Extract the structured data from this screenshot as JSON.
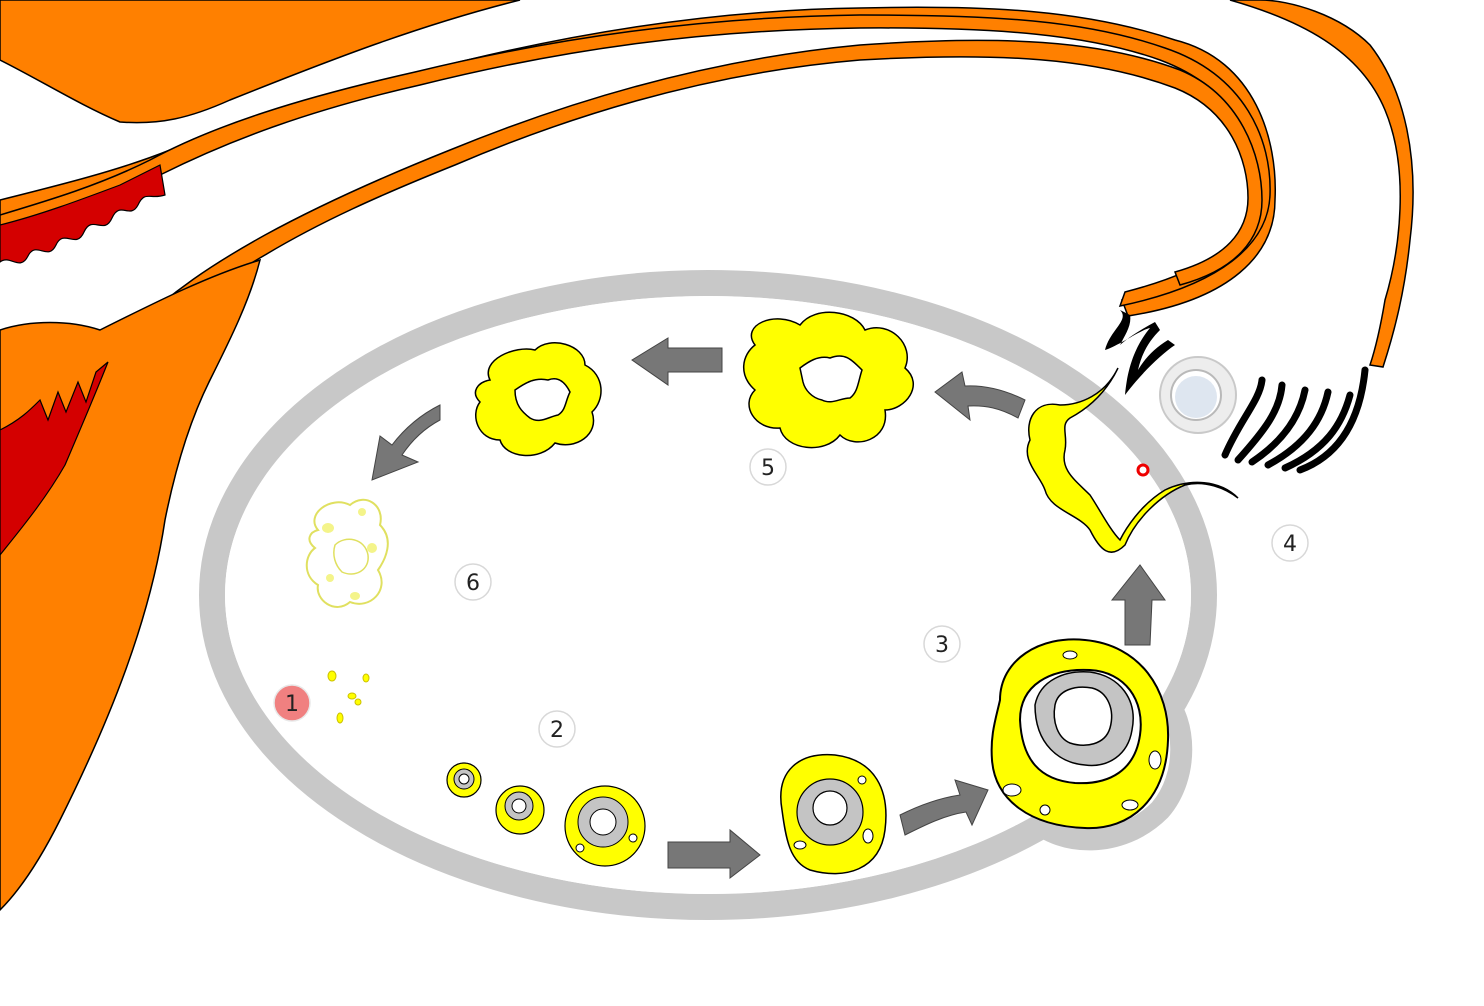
{
  "diagram": {
    "stage_labels": [
      {
        "id": "stage-1",
        "text": "1",
        "highlighted": true
      },
      {
        "id": "stage-2",
        "text": "2",
        "highlighted": false
      },
      {
        "id": "stage-3",
        "text": "3",
        "highlighted": false
      },
      {
        "id": "stage-4",
        "text": "4",
        "highlighted": false
      },
      {
        "id": "stage-5",
        "text": "5",
        "highlighted": false
      },
      {
        "id": "stage-6",
        "text": "6",
        "highlighted": false
      }
    ],
    "colors": {
      "tube": "#ff8000",
      "endometrium": "#d40000",
      "ovary_wall": "#c8c8c8",
      "follicle": "#ffff00",
      "follicle_light": "#f4f48a",
      "oocyte_gray": "#c4c4c4",
      "arrow": "#777777",
      "highlight_label": "#f08080",
      "label_circle": "#ffffff"
    },
    "icons": [
      "cycle-arrow-icon"
    ]
  }
}
